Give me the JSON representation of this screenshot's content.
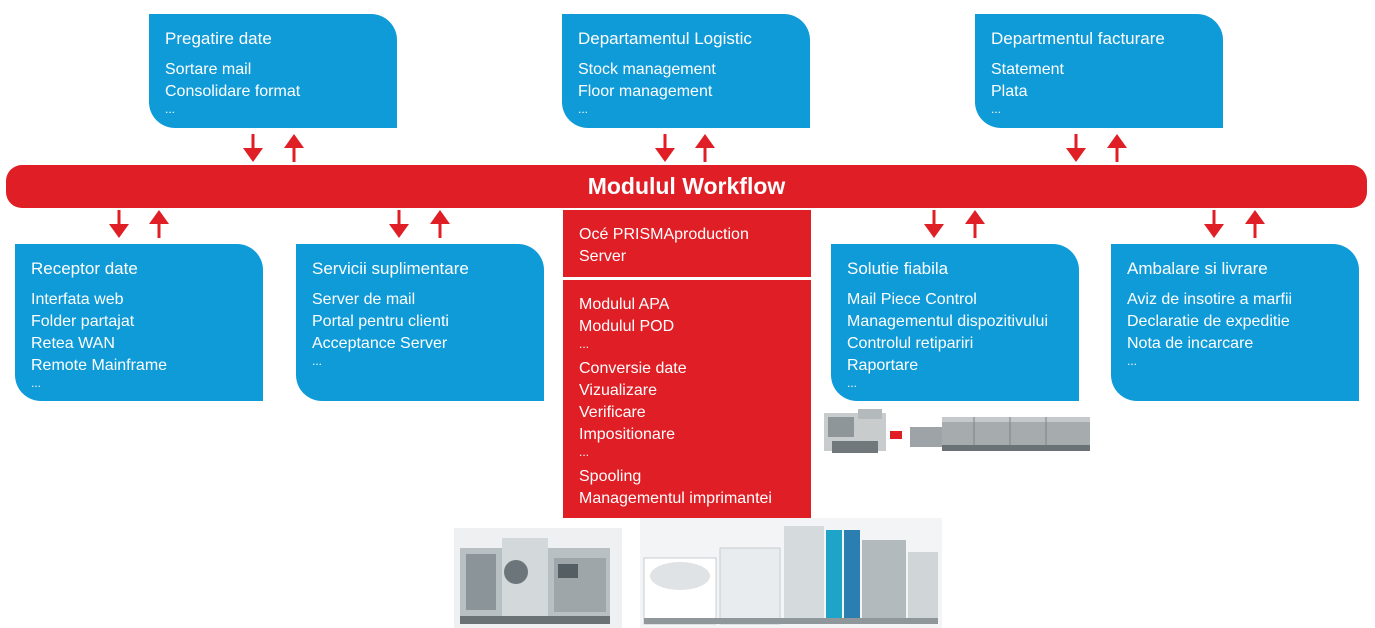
{
  "boxes": {
    "pregatire": {
      "title": "Pregatire date",
      "items": [
        "Sortare mail",
        "Consolidare format"
      ],
      "more": "..."
    },
    "logistic": {
      "title": "Departamentul Logistic",
      "items": [
        "Stock management",
        "Floor management"
      ],
      "more": "..."
    },
    "facturare": {
      "title": "Departmentul facturare",
      "items": [
        "Statement",
        "Plata"
      ],
      "more": "..."
    },
    "receptor": {
      "title": "Receptor date",
      "items": [
        "Interfata web",
        "Folder partajat",
        "Retea WAN",
        "Remote Mainframe"
      ],
      "more": "..."
    },
    "servicii": {
      "title": "Servicii suplimentare",
      "items": [
        "Server de mail",
        "Portal pentru clienti",
        "Acceptance Server"
      ],
      "more": "..."
    },
    "solutie": {
      "title": "Solutie fiabila",
      "items": [
        "Mail Piece Control",
        "Managementul dispozitivului",
        "Controlul retipariri",
        "Raportare"
      ],
      "more": "..."
    },
    "ambalare": {
      "title": "Ambalare si livrare",
      "items": [
        "Aviz de insotire a marfii",
        "Declaratie de expeditie",
        "Nota de incarcare"
      ],
      "more": "..."
    }
  },
  "bus": {
    "label": "Modulul Workflow"
  },
  "server": {
    "line1": "Océ PRISMAproduction",
    "line2": "Server",
    "modules": [
      "Modulul APA",
      "Modulul POD"
    ],
    "modules_more": "...",
    "functions": [
      "Conversie date",
      "Vizualizare",
      "Verificare",
      "Impositionare"
    ],
    "functions_more": "...",
    "spooling": [
      "Spooling",
      "Managementul imprimantei"
    ]
  },
  "colors": {
    "blue": "#0f9bd8",
    "red": "#e01e25"
  },
  "images": {
    "right_machines": "finishing-equipment-photo",
    "bottom_left": "offset-press-photo",
    "bottom_right": "continuous-feed-printer-photo"
  }
}
